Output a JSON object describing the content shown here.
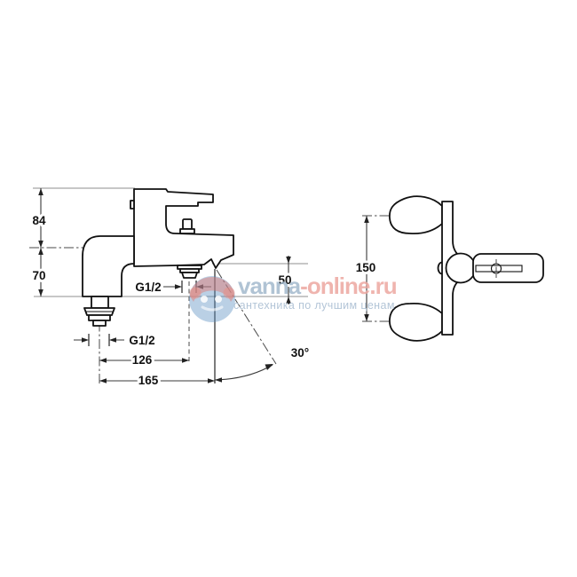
{
  "drawing": {
    "subject": "bath-mixer-faucet-dimension-drawing",
    "colors": {
      "line": "#111111",
      "thin_line": "#8f8f8f",
      "background": "#ffffff"
    },
    "dimensions": {
      "d84": {
        "label": "84"
      },
      "d70": {
        "label": "70"
      },
      "d50": {
        "label": "50"
      },
      "d126": {
        "label": "126"
      },
      "d165": {
        "label": "165"
      },
      "d150": {
        "label": "150"
      },
      "angle": {
        "label": "30°"
      },
      "thread_shower_outlet": {
        "label": "G1/2"
      },
      "thread_spout_tail": {
        "label": "G1/2"
      }
    }
  },
  "watermark": {
    "site": "vanna",
    "site_suffix": "-online.ru",
    "tagline": "сантехника по лучшим ценам",
    "color_blue": "#a3b9cd",
    "color_red": "#eda7a1",
    "logo_blue": "#5b8fc0",
    "logo_red": "#e2766d"
  }
}
